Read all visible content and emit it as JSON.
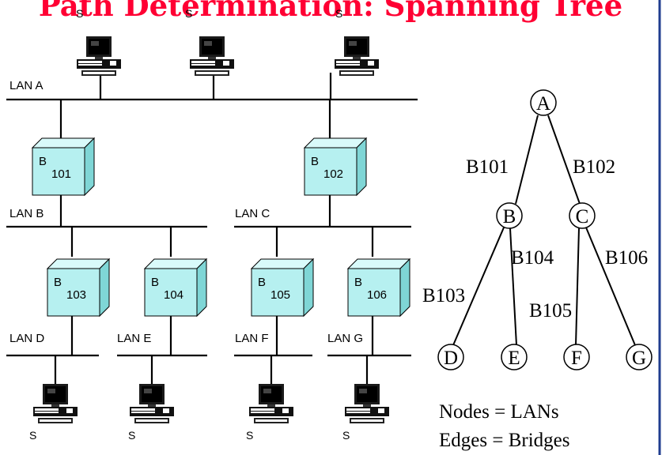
{
  "title": "Path Determination: Spanning Tree",
  "station_label": "S",
  "lans": {
    "a": "LAN A",
    "b": "LAN B",
    "c": "LAN C",
    "d": "LAN D",
    "e": "LAN E",
    "f": "LAN F",
    "g": "LAN G"
  },
  "bridges": {
    "b101": {
      "letter": "B",
      "num": "101"
    },
    "b102": {
      "letter": "B",
      "num": "102"
    },
    "b103": {
      "letter": "B",
      "num": "103"
    },
    "b104": {
      "letter": "B",
      "num": "104"
    },
    "b105": {
      "letter": "B",
      "num": "105"
    },
    "b106": {
      "letter": "B",
      "num": "106"
    }
  },
  "tree": {
    "nodes": {
      "a": "A",
      "b": "B",
      "c": "C",
      "d": "D",
      "e": "E",
      "f": "F",
      "g": "G"
    },
    "edges": {
      "b101": "B101",
      "b102": "B102",
      "b103": "B103",
      "b104": "B104",
      "b105": "B105",
      "b106": "B106"
    }
  },
  "legend": {
    "nodes": "Nodes = LANs",
    "edges": "Edges = Bridges"
  },
  "colors": {
    "title": "#ff0033",
    "bridge_front": "#b6f0f0",
    "bridge_side": "#7fd6d6",
    "bridge_top": "#d9fafa"
  }
}
